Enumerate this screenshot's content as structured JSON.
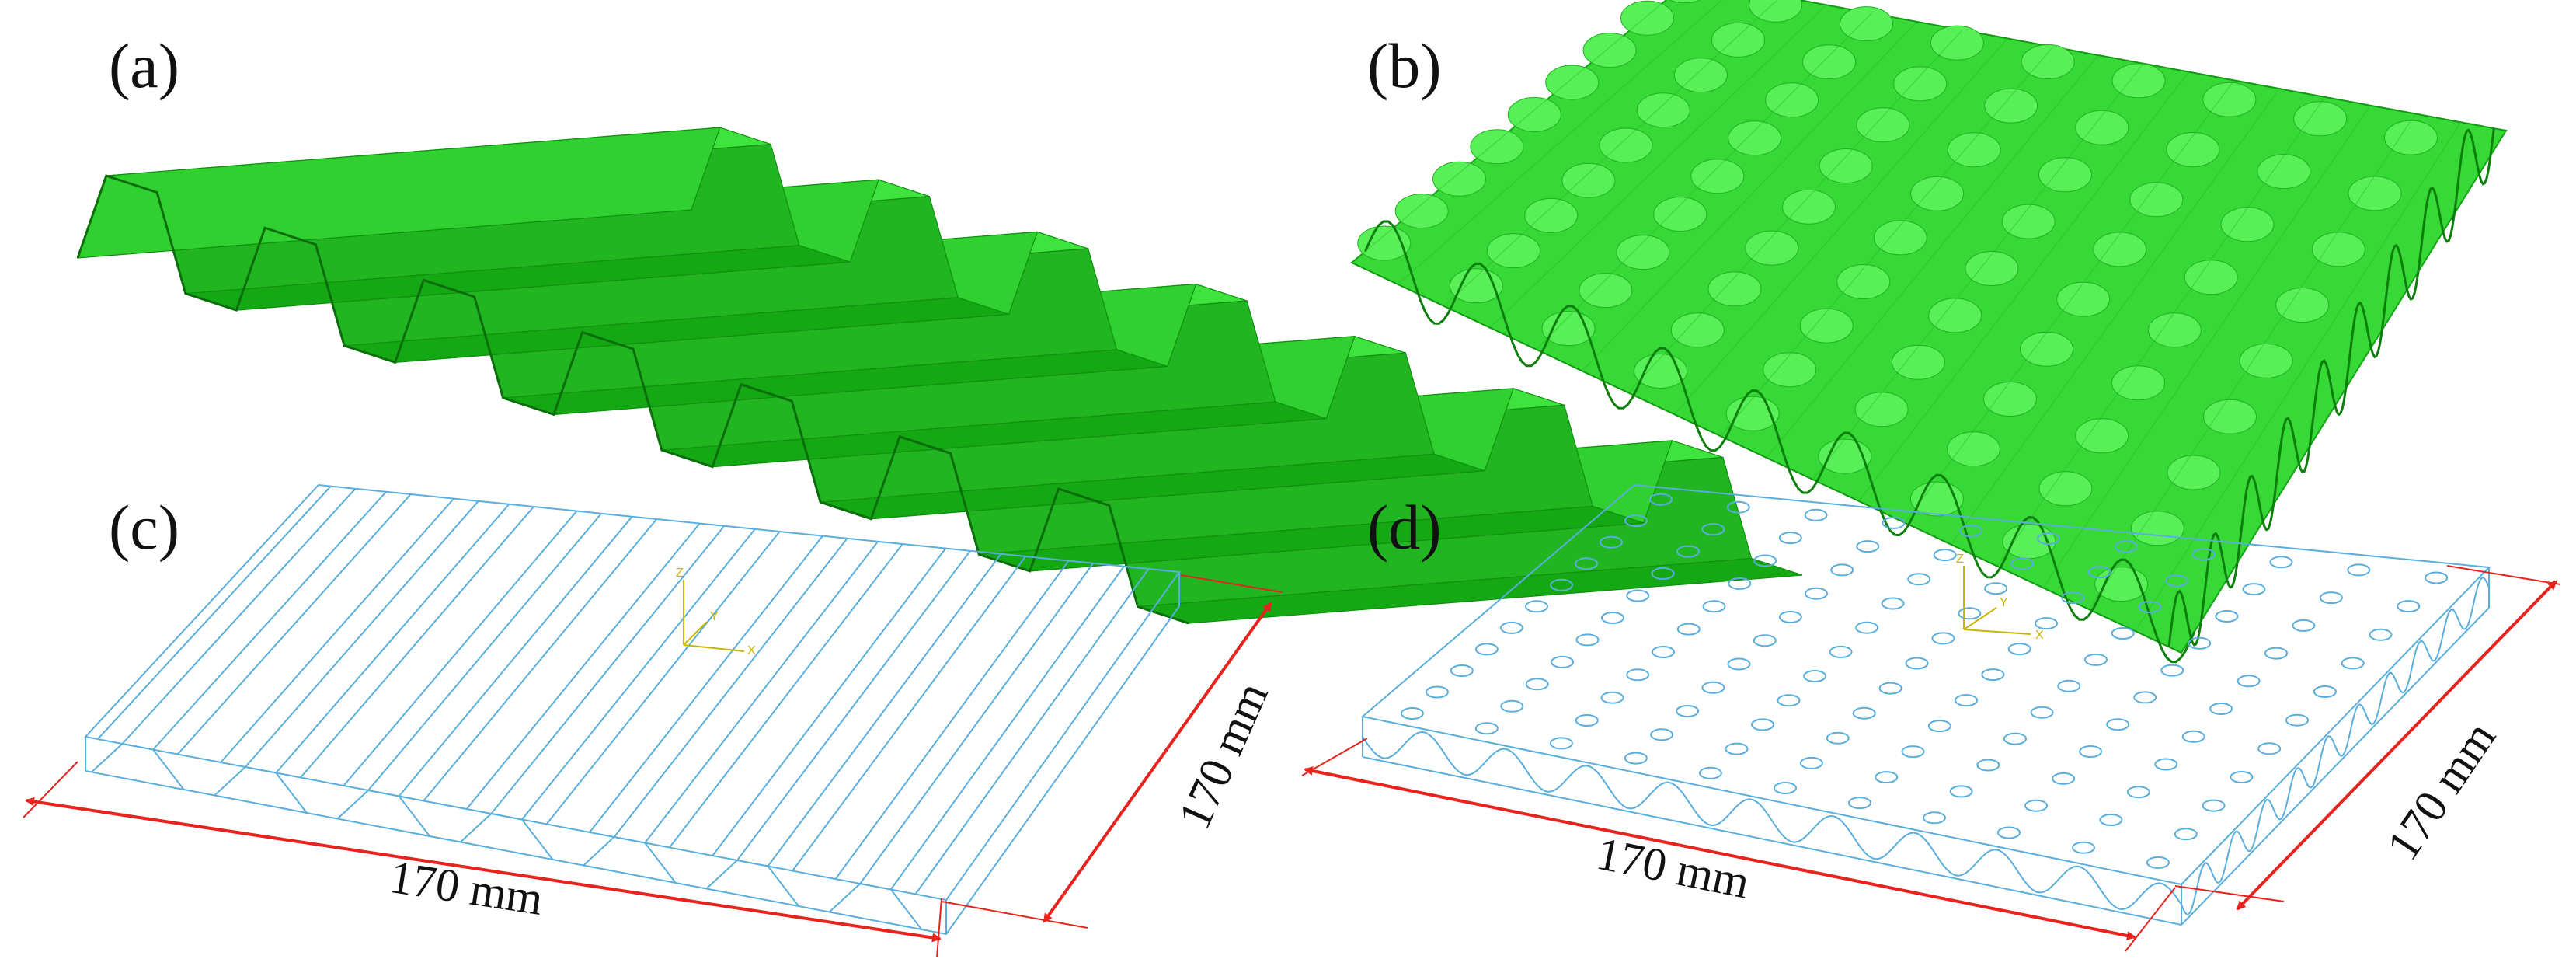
{
  "panels": [
    {
      "id": "a",
      "label": "(a)"
    },
    {
      "id": "b",
      "label": "(b)"
    },
    {
      "id": "c",
      "label": "(c)",
      "dimension_width": "170 mm",
      "dimension_depth": "170 mm"
    },
    {
      "id": "d",
      "label": "(d)",
      "dimension_width": "170 mm",
      "dimension_depth": "170 mm"
    }
  ],
  "axis_triad": {
    "z": "Z",
    "y": "Y",
    "x": "X"
  },
  "colors": {
    "sheet_light": "#3ee33e",
    "sheet_dark": "#14a814",
    "wireframe": "#5aaedc",
    "dimension": "#e8231e",
    "axis": "#c8b400"
  }
}
